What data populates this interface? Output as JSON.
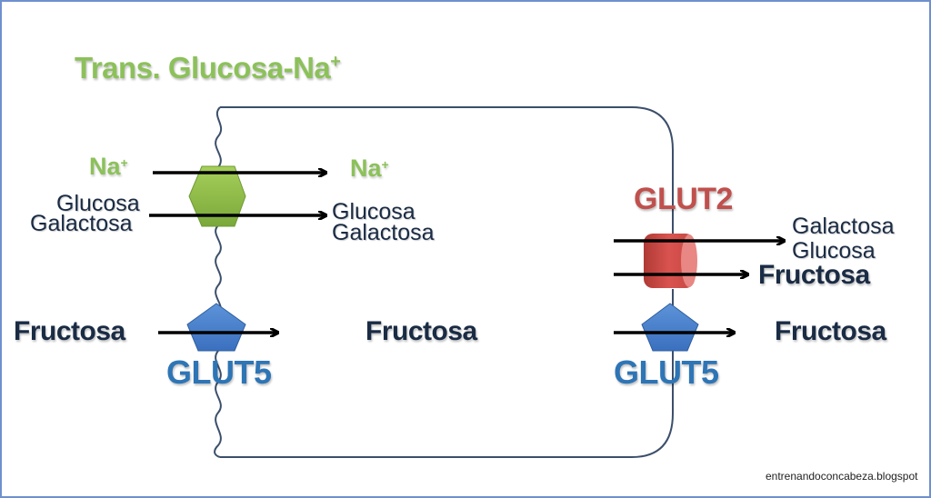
{
  "title": {
    "text": "Trans. Glucosa-Na",
    "superscript": "+"
  },
  "colors": {
    "frame": "#6f8fcf",
    "membrane": "#3b4f6b",
    "sglt_green": "#8cc15a",
    "glut5_blue": "#2e75b6",
    "glut2_red": "#c0504d",
    "text_dark": "#1a2b44",
    "arrow": "#000000"
  },
  "apical_side": {
    "na_in": {
      "text": "Na",
      "superscript": "+"
    },
    "na_out": {
      "text": "Na",
      "superscript": "+"
    },
    "glucose_in": "Glucosa",
    "galactose_in": "Galactosa",
    "glucose_out": "Glucosa",
    "galactose_out": "Galactosa",
    "fructose_in": "Fructosa",
    "fructose_out": "Fructosa",
    "glut5_label": "GLUT5"
  },
  "basolateral_side": {
    "glut2_label": "GLUT2",
    "galactose_out": "Galactosa",
    "glucose_out": "Glucosa",
    "fructose_out_glut2": "Fructosa",
    "fructose_out_glut5": "Fructosa",
    "glut5_label": "GLUT5"
  },
  "credit": "entrenandoconcabeza.blogspot"
}
